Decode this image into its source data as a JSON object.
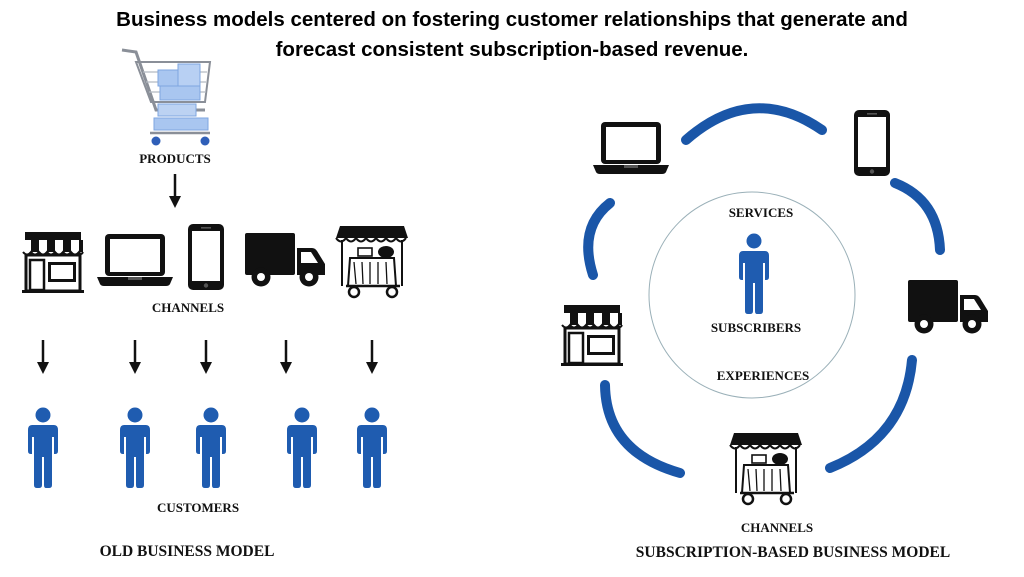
{
  "title": {
    "line1": "Business models centered on fostering customer relationships that generate and",
    "line2": "forecast consistent subscription-based revenue."
  },
  "old_model": {
    "products_label": "PRODUCTS",
    "channels_label": "CHANNELS",
    "customers_label": "CUSTOMERS",
    "caption": "OLD BUSINESS MODEL"
  },
  "subscription_model": {
    "services_label": "SERVICES",
    "subscribers_label": "SUBSCRIBERS",
    "experiences_label": "EXPERIENCES",
    "channels_label": "CHANNELS",
    "caption": "SUBSCRIPTION-BASED BUSINESS MODEL"
  },
  "colors": {
    "accent_blue": "#1a56a8",
    "person_blue": "#1f5cb0",
    "icon_black": "#111111",
    "cart_blue": "#a9c6f0"
  },
  "icons": [
    "shopping-cart-icon",
    "store-icon",
    "laptop-icon",
    "smartphone-icon",
    "truck-icon",
    "food-cart-icon",
    "person-icon",
    "arrow-down-icon"
  ]
}
